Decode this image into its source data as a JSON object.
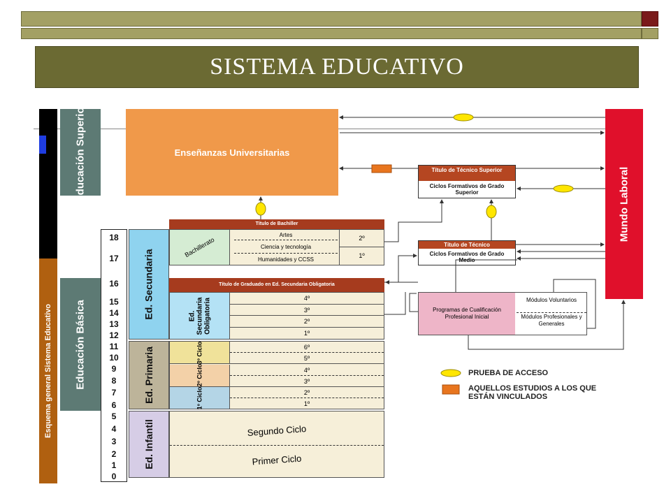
{
  "slide": {
    "title": "SISTEMA EDUCATIVO"
  },
  "diagram": {
    "side_caption": "Esquema general Sistema Educativo",
    "stage_superior": "Educación Superior",
    "stage_basica": "Educación Básica",
    "universitarias": "Enseñanzas Universitarias",
    "mundo_laboral": "Mundo Laboral",
    "tecnico_superior": {
      "title": "Título de Técnico Superior",
      "body": "Ciclos Formativos de Grado Superior"
    },
    "tecnico": {
      "title": "Título de Técnico",
      "body": "Ciclos Formativos de Grado Medio"
    },
    "bachiller": {
      "title": "Título de Bachiller",
      "label": "Bachillerato",
      "modalities": [
        "Artes",
        "Ciencia y tecnología",
        "Humanidades y CCSS"
      ],
      "courses": [
        "2º",
        "1º"
      ]
    },
    "eso": {
      "title": "Título de Graduado en Ed. Secundaria Obligatoria",
      "label": "Ed. Secundaria Obligatoria",
      "courses": [
        "4º",
        "3º",
        "2º",
        "1º"
      ]
    },
    "secundaria_label": "Ed. Secundaria",
    "primaria_label": "Ed. Primaria",
    "primaria_cycles": [
      {
        "label": "3º Ciclo",
        "courses": [
          "6º",
          "5º"
        ]
      },
      {
        "label": "2º Ciclo",
        "courses": [
          "4º",
          "3º"
        ]
      },
      {
        "label": "1º Ciclo",
        "courses": [
          "2º",
          "1º"
        ]
      }
    ],
    "infantil_label": "Ed. Infantil",
    "infantil_cycles": [
      "Segundo Ciclo",
      "Primer Ciclo"
    ],
    "pcpi": {
      "title": "Programas de Cualificación Profesional Inicial",
      "voluntarios": "Módulos Voluntarios",
      "generales": "Módulos Profesionales y Generales"
    },
    "ages": [
      "18",
      "17",
      "16",
      "15",
      "14",
      "13",
      "12",
      "11",
      "10",
      "9",
      "8",
      "7",
      "6",
      "5",
      "4",
      "3",
      "2",
      "1",
      "0"
    ],
    "legend": [
      {
        "label": "PRUEBA DE ACCESO",
        "symbol": "yellow-ellipse"
      },
      {
        "label": "AQUELLOS ESTUDIOS A LOS QUE ESTÁN VINCULADOS",
        "symbol": "orange-rect"
      }
    ],
    "colors": {
      "universitarias": "#f0994a",
      "laboral": "#e0102b",
      "tecnico_header": "#b54621",
      "bachiller_header": "#a63b1e",
      "secundaria": "#8fd3ef",
      "primaria": "#bdb49a",
      "infantil": "#d6cde6",
      "pcpi": "#eeb5c8",
      "stage": "#5d7a74",
      "cream": "#f6efd9"
    }
  }
}
